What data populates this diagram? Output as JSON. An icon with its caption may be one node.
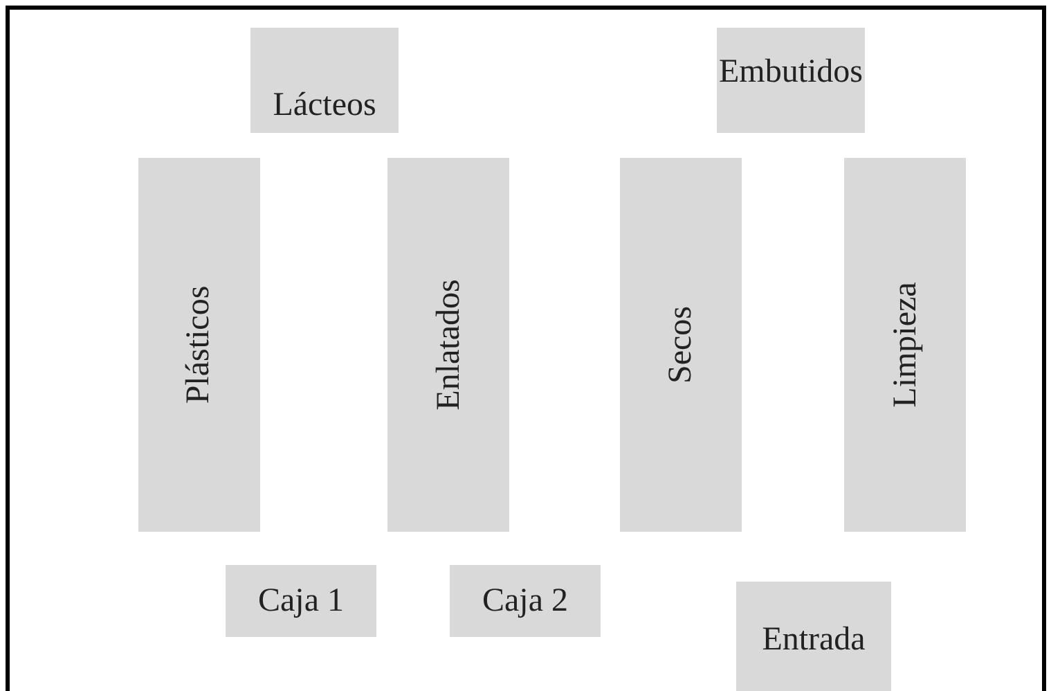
{
  "diagram": {
    "nodes": [
      {
        "text": [
          "Lácteos"
        ]
      },
      {
        "text": [
          "Embutidos"
        ]
      },
      {
        "text": [
          "Plásticos"
        ]
      },
      {
        "text": [
          "Enlatados"
        ]
      },
      {
        "text": [
          "Secos"
        ]
      },
      {
        "text": [
          "Limpieza"
        ]
      },
      {
        "text": [
          "Caja 1"
        ]
      },
      {
        "text": [
          "Caja 2"
        ]
      },
      {
        "text": [
          "Entrada"
        ]
      }
    ]
  }
}
